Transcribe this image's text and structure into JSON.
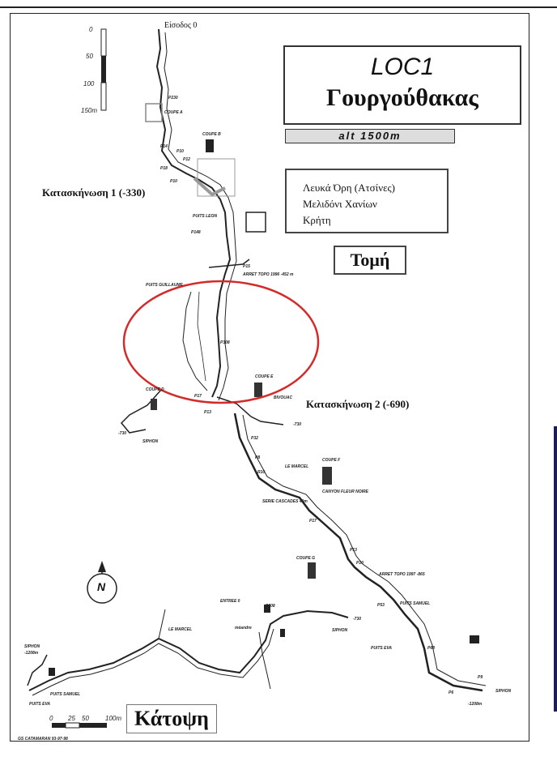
{
  "title": {
    "code": "LOC1",
    "name": "Γουργούθακας"
  },
  "altitude": "alt 1500m",
  "location": {
    "line1": "Λευκά Όρη (Ατσίνες)",
    "line2": "Μελιδόνι Χανίων",
    "line3": "Κρήτη"
  },
  "section_label": "Τομή",
  "plan_label": "Κάτοψη",
  "entrance_label": "Είσοδος 0",
  "camps": {
    "camp1": "Κατασκήνωση 1 (-330)",
    "camp2": "Κατασκήνωση 2 (-690)"
  },
  "depth_scale": {
    "ticks": [
      "0",
      "50",
      "100",
      "150m"
    ]
  },
  "plan_scale": {
    "ticks": [
      "0",
      "25",
      "50",
      "100m"
    ]
  },
  "north_label": "N",
  "colors": {
    "highlight_ellipse": "#d42a2a",
    "ink": "#222222"
  },
  "cave_labels": {
    "p230": "P230",
    "coupe_a": "COUPE A",
    "coupe_b": "COUPE B",
    "p10a": "P10",
    "p12": "P12",
    "p14": "P14",
    "p18": "P18",
    "p10b": "P10",
    "puits_leon": "PUITS LEON",
    "p148": "P148",
    "p15": "P15",
    "arret_1996": "ARRET TOPO 1996 -452 m",
    "puits_guillaume": "PUITS GUILLAUME",
    "p308": "P308",
    "coupe_e": "COUPE E",
    "coupe_d": "COUPE D",
    "p17": "P17",
    "p13a": "P13",
    "bivouac": "BIVOUAC",
    "m730a": "-730",
    "siphon_a": "SIPHON",
    "m730b": "-730",
    "p32": "P32",
    "p8": "P8",
    "r10": "R10",
    "le_marcel": "LE MARCEL",
    "coupe_f": "COUPE F",
    "canyon": "CANYON FLEUR NOIRE",
    "serie_cascades": "SERIE CASCADES 40m",
    "p17b": "P17",
    "p13b": "P13",
    "p10c": "P10",
    "coupe_g": "COUPE G",
    "arret_1997": "ARRET TOPO 1997 -865",
    "p53": "P53",
    "puits_samuel": "PUITS SAMUEL",
    "puits_eva": "PUITS EVA",
    "p68": "P68",
    "p9": "P9",
    "p6": "P6",
    "siphon_b": "SIPHON",
    "m1208a": "-1208m",
    "entree_0": "ENTREE 0",
    "p308b": "P308",
    "meandre": "méandre",
    "m730c": "-730",
    "siphon_c": "SIPHON",
    "le_marcel_plan": "LE MARCEL",
    "siphon_d": "SIPHON",
    "m1208b": "-1208m",
    "puits_samuel_plan": "PUITS SAMUEL",
    "puits_eva_plan": "PUITS EVA",
    "credit": "GS CATAMARAN 93-97-98"
  }
}
